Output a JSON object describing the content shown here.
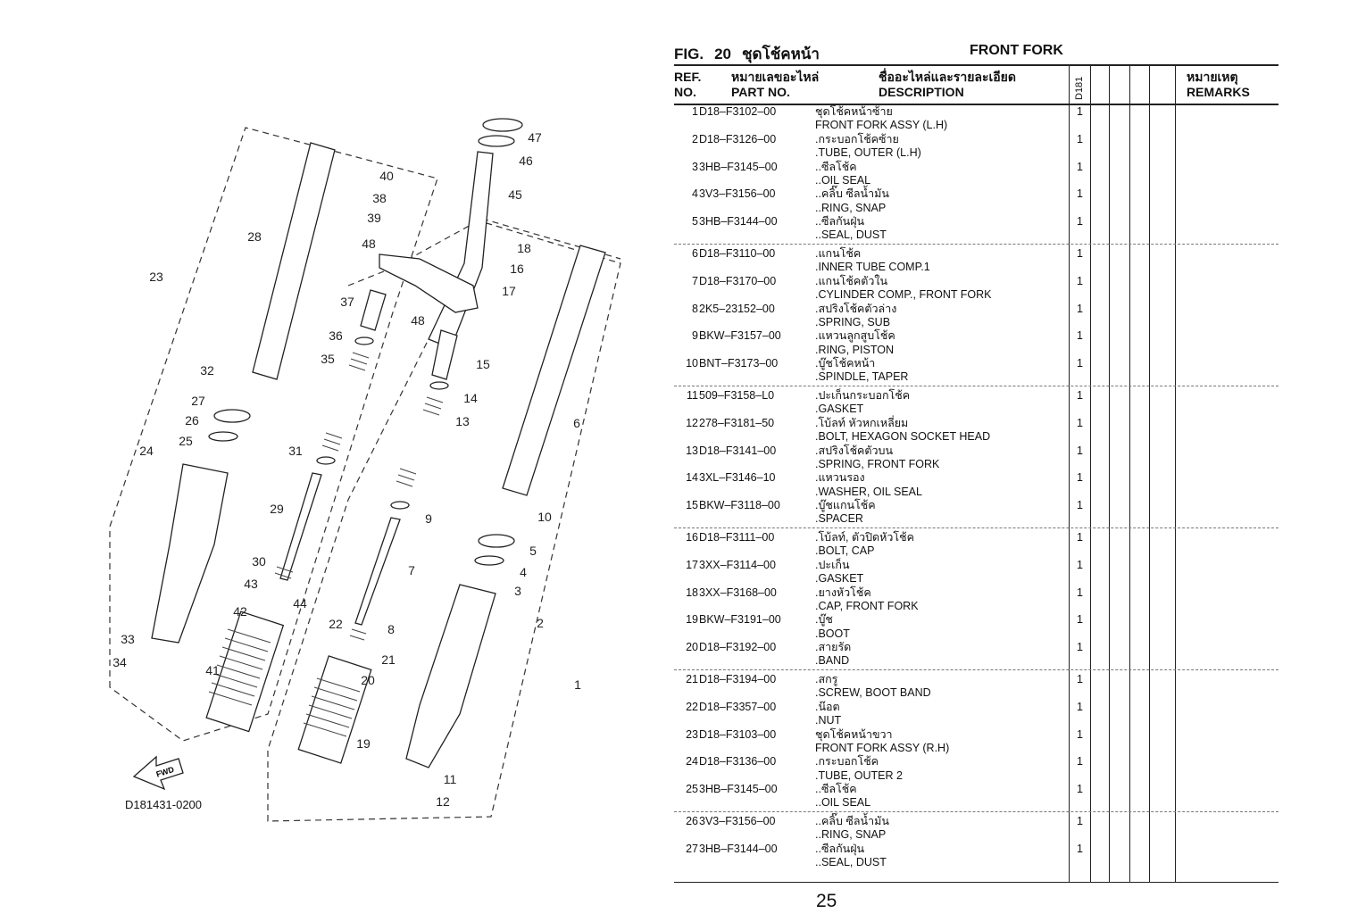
{
  "figure": {
    "label": "FIG.",
    "number": "20",
    "title_th": "ชุดโช้คหน้า",
    "title_en": "FRONT FORK"
  },
  "header": {
    "ref_line1": "REF.",
    "ref_line2": "NO.",
    "part_th": "หมายเลขอะไหล่",
    "part_en": "PART NO.",
    "desc_th": "ชื่ออะไหล่และรายละเอียด",
    "desc_en": "DESCRIPTION",
    "model": "D181",
    "remarks_th": "หมายเหตุ",
    "remarks_en": "REMARKS"
  },
  "parts": [
    {
      "ref": "1",
      "part_no": "D18–F3102–00",
      "desc_th": "ชุดโช้คหน้าซ้าย",
      "desc_en": "FRONT FORK ASSY (L.H)",
      "qty": "1"
    },
    {
      "ref": "2",
      "part_no": "D18–F3126–00",
      "desc_th": ".กระบอกโช้คซ้าย",
      "desc_en": ".TUBE, OUTER (L.H)",
      "qty": "1"
    },
    {
      "ref": "3",
      "part_no": "3HB–F3145–00",
      "desc_th": "..ซีลโช้ค",
      "desc_en": "..OIL SEAL",
      "qty": "1"
    },
    {
      "ref": "4",
      "part_no": "3V3–F3156–00",
      "desc_th": "..คลิ๊บ ซีลน้ำมัน",
      "desc_en": "..RING, SNAP",
      "qty": "1"
    },
    {
      "ref": "5",
      "part_no": "3HB–F3144–00",
      "desc_th": "..ซีลกันฝุ่น",
      "desc_en": "..SEAL, DUST",
      "qty": "1"
    },
    {
      "ref": "6",
      "part_no": "D18–F3110–00",
      "desc_th": ".แกนโช้ค",
      "desc_en": ".INNER TUBE COMP.1",
      "qty": "1"
    },
    {
      "ref": "7",
      "part_no": "D18–F3170–00",
      "desc_th": ".แกนโช้คตัวใน",
      "desc_en": ".CYLINDER COMP., FRONT FORK",
      "qty": "1"
    },
    {
      "ref": "8",
      "part_no": "2K5–23152–00",
      "desc_th": ".สปริงโช้คตัวล่าง",
      "desc_en": ".SPRING, SUB",
      "qty": "1"
    },
    {
      "ref": "9",
      "part_no": "BKW–F3157–00",
      "desc_th": ".แหวนลูกสูบโช้ค",
      "desc_en": ".RING, PISTON",
      "qty": "1"
    },
    {
      "ref": "10",
      "part_no": "BNT–F3173–00",
      "desc_th": ".บู๊ชโช้คหน้า",
      "desc_en": ".SPINDLE, TAPER",
      "qty": "1"
    },
    {
      "ref": "11",
      "part_no": "509–F3158–L0",
      "desc_th": ".ปะเก็นกระบอกโช้ค",
      "desc_en": ".GASKET",
      "qty": "1"
    },
    {
      "ref": "12",
      "part_no": "278–F3181–50",
      "desc_th": ".โบ้ลท์ หัวหกเหลี่ยม",
      "desc_en": ".BOLT, HEXAGON SOCKET HEAD",
      "qty": "1"
    },
    {
      "ref": "13",
      "part_no": "D18–F3141–00",
      "desc_th": ".สปริงโช้คตัวบน",
      "desc_en": ".SPRING, FRONT FORK",
      "qty": "1"
    },
    {
      "ref": "14",
      "part_no": "3XL–F3146–10",
      "desc_th": ".แหวนรอง",
      "desc_en": ".WASHER, OIL SEAL",
      "qty": "1"
    },
    {
      "ref": "15",
      "part_no": "BKW–F3118–00",
      "desc_th": ".บู๊ชแกนโช้ค",
      "desc_en": ".SPACER",
      "qty": "1"
    },
    {
      "ref": "16",
      "part_no": "D18–F3111–00",
      "desc_th": ".โบ้ลท์, ตัวปิดหัวโช้ค",
      "desc_en": ".BOLT, CAP",
      "qty": "1"
    },
    {
      "ref": "17",
      "part_no": "3XX–F3114–00",
      "desc_th": ".ปะเก็น",
      "desc_en": ".GASKET",
      "qty": "1"
    },
    {
      "ref": "18",
      "part_no": "3XX–F3168–00",
      "desc_th": ".ยางหัวโช้ค",
      "desc_en": ".CAP, FRONT FORK",
      "qty": "1"
    },
    {
      "ref": "19",
      "part_no": "BKW–F3191–00",
      "desc_th": ".บู๊ช",
      "desc_en": ".BOOT",
      "qty": "1"
    },
    {
      "ref": "20",
      "part_no": "D18–F3192–00",
      "desc_th": ".สายรัด",
      "desc_en": ".BAND",
      "qty": "1"
    },
    {
      "ref": "21",
      "part_no": "D18–F3194–00",
      "desc_th": ".สกรู",
      "desc_en": ".SCREW, BOOT BAND",
      "qty": "1"
    },
    {
      "ref": "22",
      "part_no": "D18–F3357–00",
      "desc_th": ".น๊อต",
      "desc_en": ".NUT",
      "qty": "1"
    },
    {
      "ref": "23",
      "part_no": "D18–F3103–00",
      "desc_th": "ชุดโช้คหน้าขวา",
      "desc_en": "FRONT FORK ASSY (R.H)",
      "qty": "1"
    },
    {
      "ref": "24",
      "part_no": "D18–F3136–00",
      "desc_th": ".กระบอกโช้ค",
      "desc_en": ".TUBE, OUTER 2",
      "qty": "1"
    },
    {
      "ref": "25",
      "part_no": "3HB–F3145–00",
      "desc_th": "..ซีลโช้ค",
      "desc_en": "..OIL SEAL",
      "qty": "1"
    },
    {
      "ref": "26",
      "part_no": "3V3–F3156–00",
      "desc_th": "..คลิ๊บ ซีลน้ำมัน",
      "desc_en": "..RING, SNAP",
      "qty": "1"
    },
    {
      "ref": "27",
      "part_no": "3HB–F3144–00",
      "desc_th": "..ซีลกันฝุ่น",
      "desc_en": "..SEAL, DUST",
      "qty": "1"
    }
  ],
  "diagram": {
    "code": "D181431-0200",
    "fwd_label": "FWD",
    "callouts": [
      "47",
      "46",
      "45",
      "40",
      "38",
      "39",
      "48",
      "28",
      "18",
      "16",
      "17",
      "23",
      "37",
      "48",
      "36",
      "35",
      "15",
      "32",
      "14",
      "27",
      "13",
      "6",
      "26",
      "25",
      "24",
      "31",
      "9",
      "29",
      "10",
      "5",
      "7",
      "4",
      "30",
      "3",
      "43",
      "44",
      "42",
      "2",
      "22",
      "8",
      "33",
      "21",
      "34",
      "41",
      "20",
      "1",
      "19",
      "11",
      "12"
    ]
  },
  "page_number": "25"
}
